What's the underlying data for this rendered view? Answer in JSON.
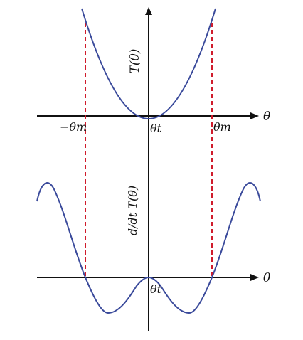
{
  "colors": {
    "axis": "#111111",
    "curve": "#3a4a9b",
    "dashed": "#d01c2c"
  },
  "top_plot": {
    "ylabel": "T(θ)",
    "xlabel": "θ",
    "tick_left": "−θm",
    "tick_center": "θt",
    "tick_right": "θm"
  },
  "bottom_plot": {
    "ylabel": "d/dt T(θ)",
    "xlabel": "θ",
    "tick_center": "θt"
  }
}
